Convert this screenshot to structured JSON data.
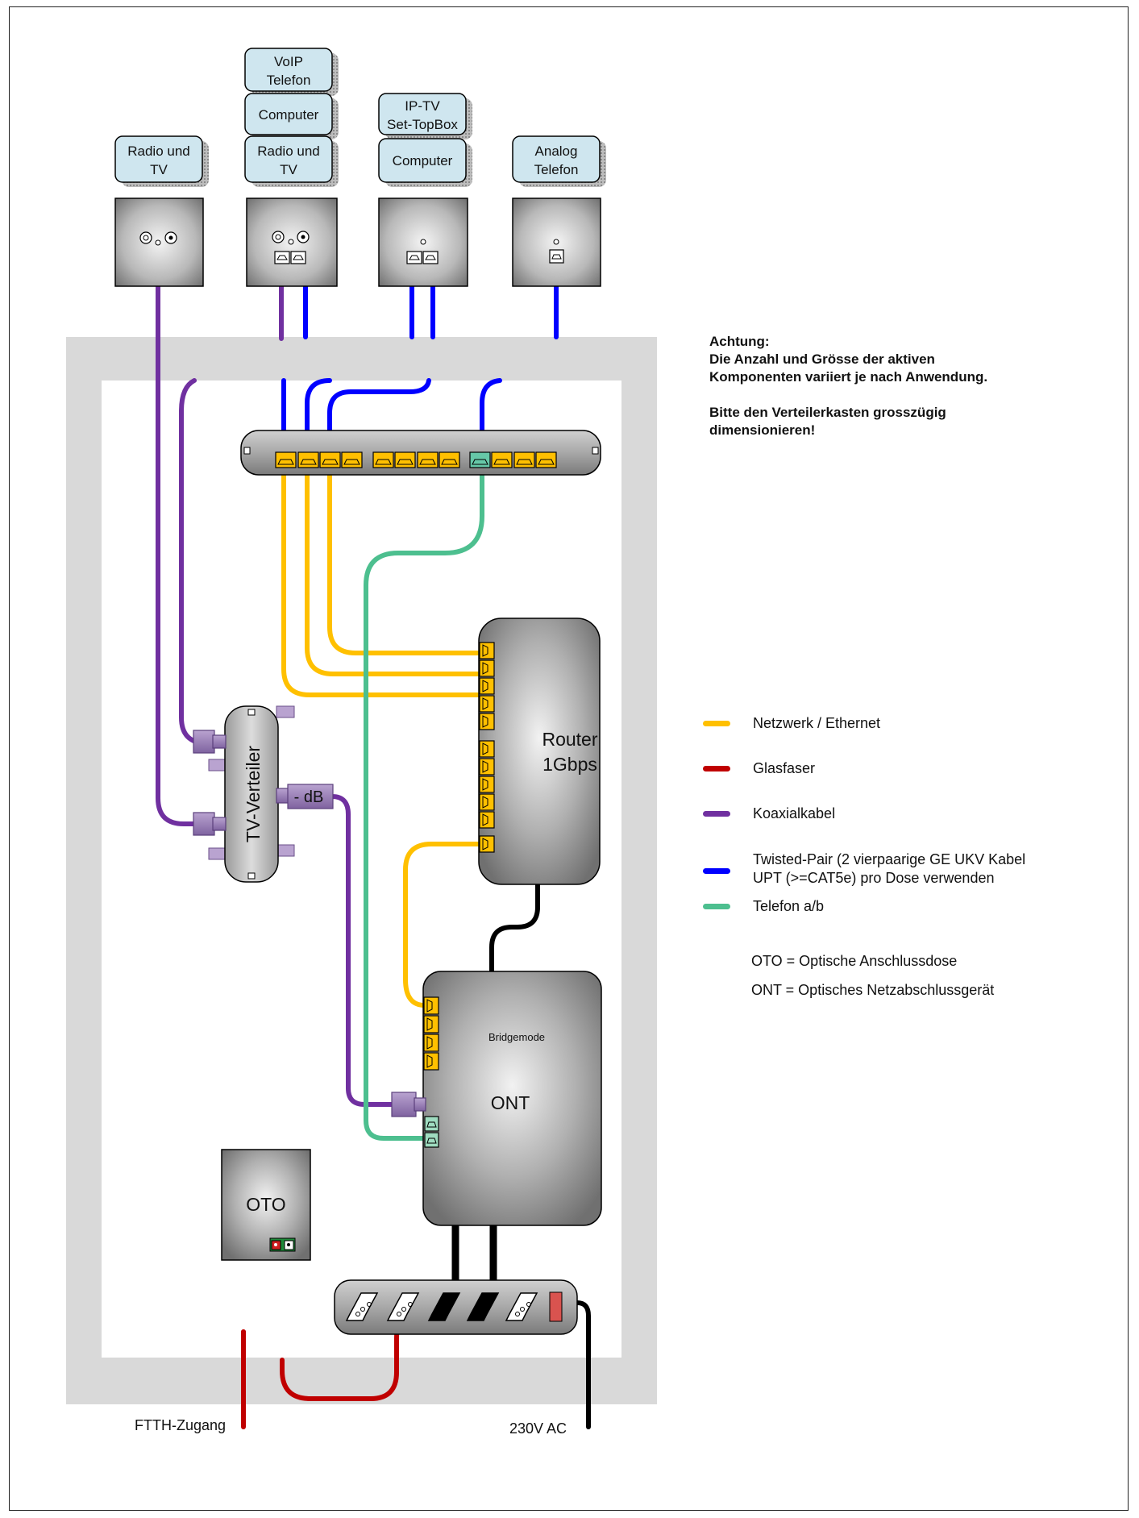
{
  "devices": {
    "outlet1": [
      "Radio und",
      "TV"
    ],
    "outlet2_stack": [
      [
        "VoIP",
        "Telefon"
      ],
      [
        "Computer"
      ],
      [
        "Radio und",
        "TV"
      ]
    ],
    "outlet3_stack": [
      [
        "IP-TV",
        "Set-TopBox"
      ],
      [
        "Computer"
      ]
    ],
    "outlet4": [
      "Analog",
      "Telefon"
    ]
  },
  "components": {
    "tv_splitter": "TV-Verteiler",
    "attenuator": "- dB",
    "router": [
      "Router",
      "1Gbps"
    ],
    "ont_mode": "Bridgemode",
    "ont": "ONT",
    "oto": "OTO"
  },
  "note": {
    "line1": "Achtung:",
    "line2": "Die Anzahl und Grösse der aktiven",
    "line3": "Komponenten variiert je nach Anwendung.",
    "line4": "Bitte den Verteilerkasten grosszügig",
    "line5": "dimensionieren!"
  },
  "legend": [
    {
      "color": "#FFC000",
      "label": "Netzwerk / Ethernet"
    },
    {
      "color": "#C00000",
      "label": "Glasfaser"
    },
    {
      "color": "#7030A0",
      "label": "Koaxialkabel"
    },
    {
      "color": "#0000FF",
      "label": "Twisted-Pair (2 vierpaarige GE UKV Kabel\nUPT (>=CAT5e) pro Dose verwenden"
    },
    {
      "color": "#4DBF8F",
      "label": "Telefon a/b"
    }
  ],
  "abbreviations": {
    "oto": "OTO = Optische Anschlussdose",
    "ont": "ONT = Optisches Netzabschlussgerät"
  },
  "bottom": {
    "ftth": "FTTH-Zugang",
    "power": "230V AC"
  }
}
